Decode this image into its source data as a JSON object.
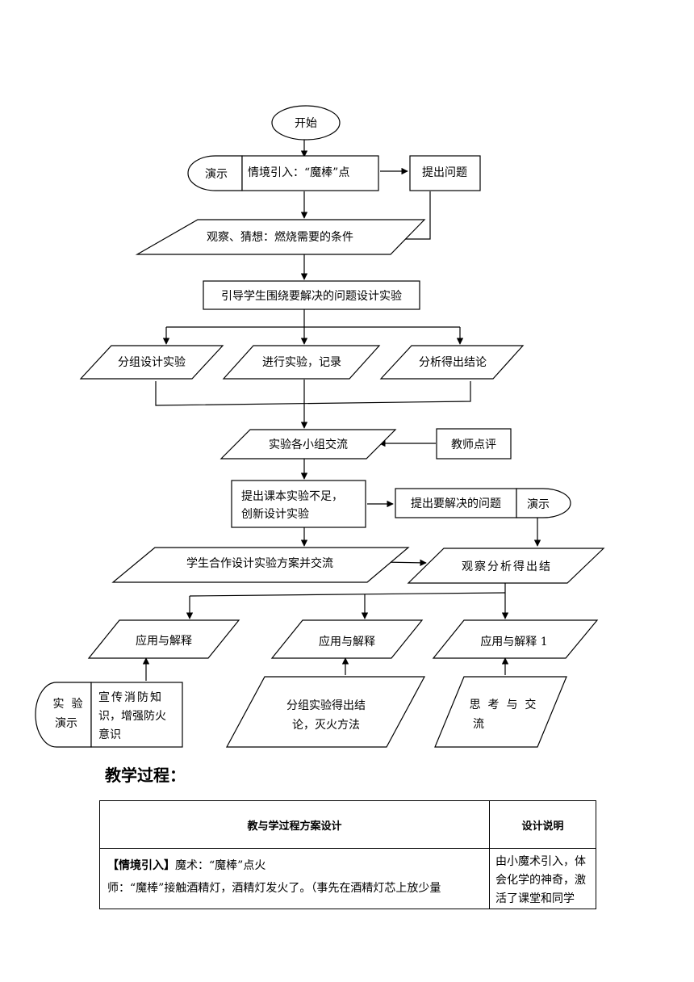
{
  "flowchart": {
    "start": "开始",
    "demo_top": "演示",
    "scene_intro": "情境引入：“魔棒”点",
    "raise_question": "提出问题",
    "observe_guess": "观察、猜想：燃烧需要的条件",
    "guide_design": "引导学生围绕要解决的问题设计实验",
    "group_design": "分组设计实验",
    "do_experiment": "进行实验，记录",
    "analyze_conclude": "分析得出结论",
    "group_exchange": "实验各小组交流",
    "teacher_review": "教师点评",
    "point_out_line1": "提出课本实验不足，",
    "point_out_line2": "创新设计实验",
    "problem_to_solve": "提出要解决的问题",
    "demo_mid": "演示",
    "cooperate_design": "学生合作设计实验方案并交流",
    "observe_analyze": "观察分析得出结",
    "apply_1": "应用与解释",
    "apply_2": "应用与解释",
    "apply_3": "应用与解释 1",
    "exp_demo_line1": "实  验",
    "exp_demo_line2": "演示",
    "fire_line1": "宣传消防知",
    "fire_line2": "识，增强防火",
    "fire_line3": "意识",
    "conclusion_line1": "分组实验得出结",
    "conclusion_line2": "论，灭火方法",
    "think_line1": "思  考  与  交",
    "think_line2": "流"
  },
  "section_title": "教学过程：",
  "table": {
    "header_left": "教与学过程方案设计",
    "header_right": "设计说明",
    "row1_tag": "【情境引入】",
    "row1_title": "魔术：“魔棒”点火",
    "row1_line2": "师：“魔棒”接触酒精灯，酒精灯发火了。（事先在酒精灯芯上放少量",
    "row1_note_line1": "由小魔术引入，体",
    "row1_note_line2": "会化学的神奇，激",
    "row1_note_line3": "活了课堂和同学"
  }
}
